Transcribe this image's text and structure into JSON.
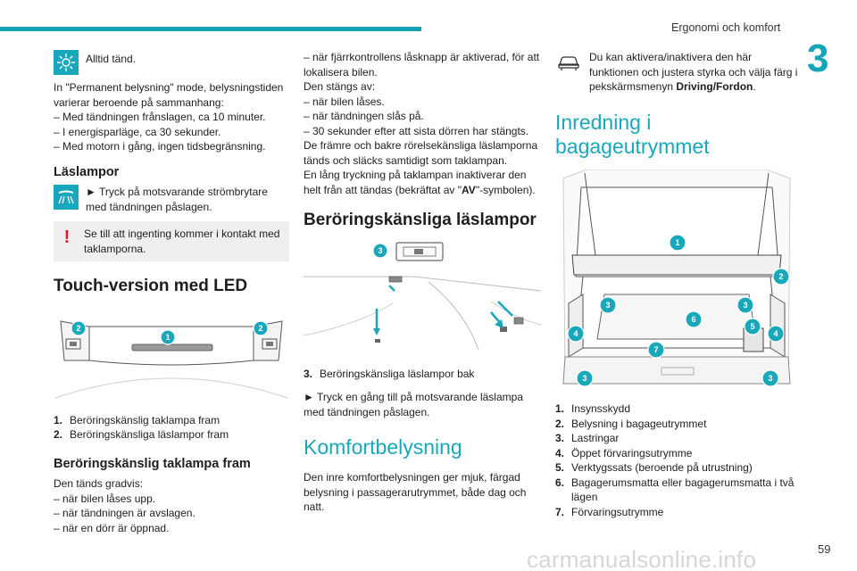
{
  "header": {
    "chapter_title": "Ergonomi och komfort",
    "chapter_number": "3"
  },
  "col1": {
    "always_on": "Alltid tänd.",
    "permanent_intro": "In \"Permanent belysning\" mode, belysningstiden varierar beroende på sammanhang:",
    "permanent_items": [
      "– Med tändningen frånslagen, ca 10 minuter.",
      "– I energisparläge, ca 30 sekunder.",
      "– Med motorn i gång, ingen tidsbegränsning."
    ],
    "laslampor_title": "Läslampor",
    "laslampor_text": "► Tryck på motsvarande strömbrytare med tändningen påslagen.",
    "warning_text": "Se till att ingenting kommer i kontakt med taklamporna.",
    "touch_title": "Touch-version med LED",
    "legend": [
      {
        "n": "1.",
        "text": "Beröringskänslig taklampa fram"
      },
      {
        "n": "2.",
        "text": "Beröringskänsliga läslampor fram"
      }
    ],
    "touch_front_title": "Beröringskänslig taklampa fram",
    "front_intro": "Den tänds gradvis:",
    "front_items": [
      "– när bilen låses upp.",
      "– när tändningen är avslagen.",
      "– när en dörr är öppnad."
    ]
  },
  "col2": {
    "items_top": [
      "– när fjärrkontrollens låsknapp är aktiverad, för att lokalisera bilen.",
      "Den stängs av:",
      "– när bilen låses.",
      "– när tändningen slås på.",
      "– 30 sekunder efter att sista dörren har stängts.",
      "De främre och bakre rörelsekänsliga läslamporna tänds och släcks samtidigt som taklampan."
    ],
    "long_press_pre": "En lång tryckning på taklampan inaktiverar den helt från att tändas (bekräftat av \"",
    "long_press_bold": "AV",
    "long_press_post": "\"-symbolen).",
    "rear_title": "Beröringskänsliga läslampor",
    "rear_legend_n": "3.",
    "rear_legend_text": "Beröringskänsliga läslampor bak",
    "rear_text": "► Tryck en gång till på motsvarande läslampa med tändningen påslagen.",
    "comfort_title": "Komfortbelysning",
    "comfort_text": "Den inre komfortbelysningen ger mjuk, färgad belysning i passagerarutrymmet, både dag och natt."
  },
  "col3": {
    "info_pre": "Du kan aktivera/inaktivera den här funktionen och justera styrka och välja färg i pekskärmsmenyn ",
    "info_bold": "Driving/Fordon",
    "info_post": ".",
    "trunk_title": "Inredning i bagageutrymmet",
    "legend": [
      {
        "n": "1.",
        "text": "Insynsskydd"
      },
      {
        "n": "2.",
        "text": "Belysning i bagageutrymmet"
      },
      {
        "n": "3.",
        "text": "Lastringar"
      },
      {
        "n": "4.",
        "text": "Öppet förvaringsutrymme"
      },
      {
        "n": "5.",
        "text": "Verktygssats (beroende på utrustning)"
      },
      {
        "n": "6.",
        "text": "Bagagerumsmatta eller bagagerumsmatta i två lägen"
      },
      {
        "n": "7.",
        "text": "Förvaringsutrymme"
      }
    ]
  },
  "callouts": {
    "touch": [
      "2",
      "1",
      "2"
    ],
    "rear": [
      "3"
    ],
    "trunk": [
      "1",
      "2",
      "3",
      "3",
      "4",
      "5",
      "4",
      "6",
      "7",
      "3",
      "3"
    ]
  },
  "footer": {
    "page_number": "59",
    "watermark": "carmanualsonline.info"
  },
  "colors": {
    "accent": "#19a7bb",
    "warning": "#e0172b"
  },
  "icons": [
    "sun-icon",
    "reading-lamp-icon",
    "warning-icon",
    "car-icon"
  ]
}
